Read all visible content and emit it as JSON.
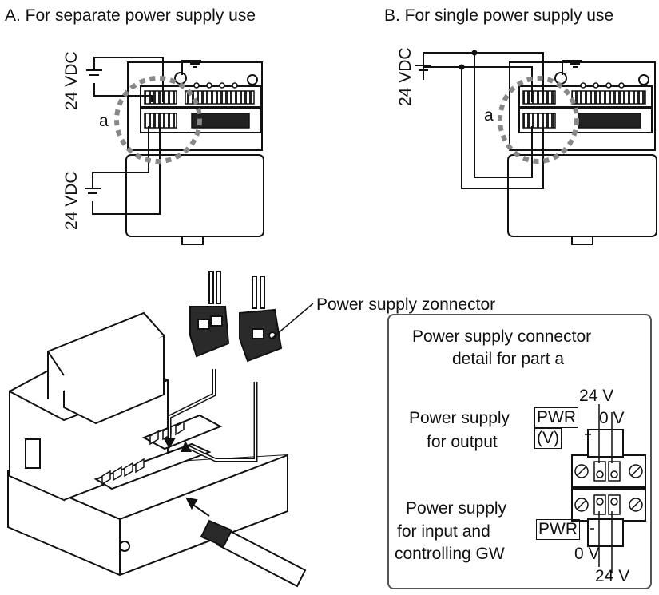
{
  "panel_a": {
    "title": "A. For separate power supply use",
    "voltage_top": "24 VDC",
    "voltage_bottom": "24 VDC",
    "part_label": "a"
  },
  "panel_b": {
    "title": "B. For single power supply use",
    "voltage": "24 VDC",
    "part_label": "a"
  },
  "callout": {
    "connector_label": "Power supply zonnector"
  },
  "detail": {
    "title_line1": "Power supply connector",
    "title_line2": "detail for part a",
    "top_24v": "24 V",
    "top_0v": "0 V",
    "output_line1": "Power supply",
    "output_line2": "for output",
    "pwr_v_line1": "PWR",
    "pwr_v_line2": "(V)",
    "input_line1": "Power supply",
    "input_line2": "for input and",
    "input_line3": "controlling GW",
    "pwr": "PWR",
    "bottom_0v": "0 V",
    "bottom_24v": "24 V"
  }
}
